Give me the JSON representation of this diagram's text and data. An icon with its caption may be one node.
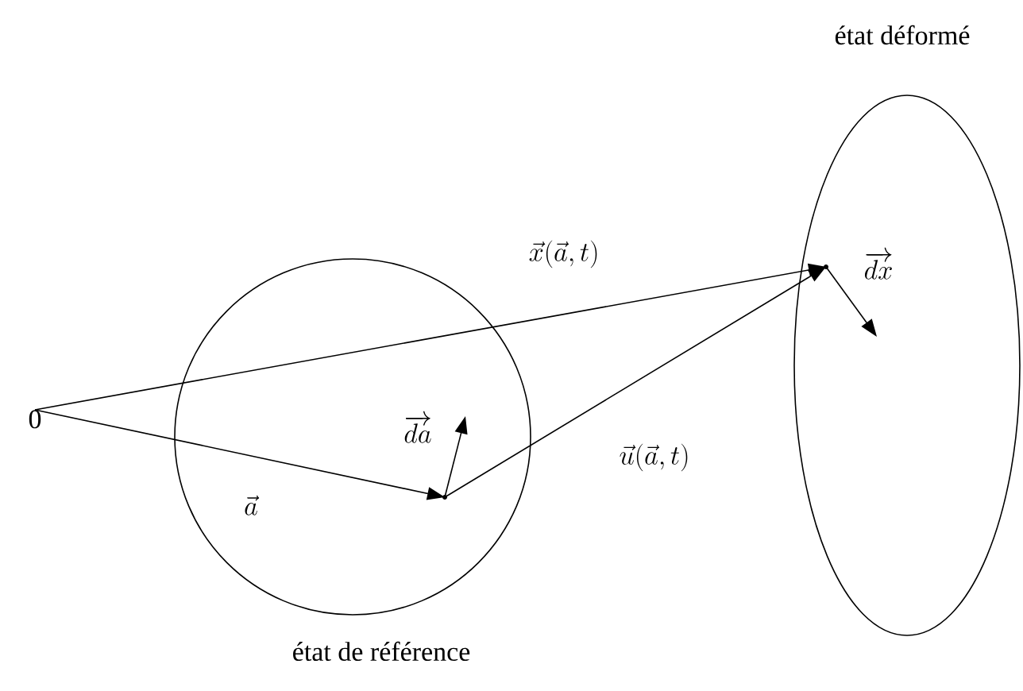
{
  "diagram": {
    "nodes": [
      {
        "text": [
          "0"
        ]
      },
      {
        "text": [],
        "shape": "circle",
        "beside": [
          "état de référence"
        ]
      },
      {
        "text": [],
        "shape": "ellipse",
        "beside": [
          "état déformé"
        ]
      },
      {
        "text": [],
        "shape": "point",
        "in": 1
      },
      {
        "text": [],
        "shape": "point",
        "in": 2
      }
    ],
    "edges": [
      {
        "from": 0,
        "to": 3,
        "arrow": "to",
        "label": "\\vec{a}"
      },
      {
        "from": 0,
        "to": 4,
        "arrow": "to",
        "label": "\\vec{x}(\\vec{a},t)"
      },
      {
        "from": 3,
        "to": 4,
        "arrow": "to",
        "label": "\\vec{u}(\\vec{a},t)"
      },
      {
        "from": 3,
        "to": null,
        "arrow": "to",
        "label": "\\overrightarrow{da}"
      },
      {
        "from": 4,
        "to": null,
        "arrow": "to",
        "label": "\\overrightarrow{dx}"
      }
    ]
  }
}
